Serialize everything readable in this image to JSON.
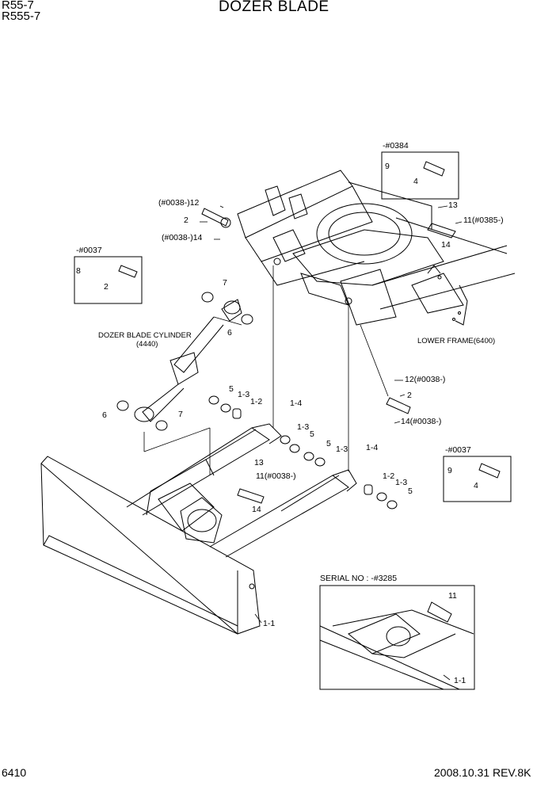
{
  "header": {
    "model_line1": "R55-7",
    "model_line2": "R555-7",
    "title": "DOZER BLADE"
  },
  "footer": {
    "page_number": "6410",
    "date_revision": "2008.10.31  REV.8K"
  },
  "insets": {
    "inset_0384": {
      "serial": "-#0384",
      "parts": [
        "9",
        "4"
      ]
    },
    "inset_0037_left": {
      "serial": "-#0037",
      "parts": [
        "8",
        "2"
      ]
    },
    "inset_0037_right": {
      "serial": "-#0037",
      "parts": [
        "9",
        "4"
      ]
    },
    "inset_3285": {
      "serial": "SERIAL NO : -#3285",
      "parts": [
        "11",
        "1-1"
      ]
    }
  },
  "callouts": {
    "c_12_0038": "(#0038-)12",
    "c_2_top": "2",
    "c_14_0038": "(#0038-)14",
    "c_13_top": "13",
    "c_11_0385": "11(#0385-)",
    "c_14_top": "14",
    "c_7_top": "7",
    "c_6_top": "6",
    "cylinder_name": "DOZER BLADE CYLINDER",
    "cylinder_code": "(4440)",
    "lower_frame": "LOWER FRAME(6400)",
    "c_12_r": "12(#0038-)",
    "c_2_r": "2",
    "c_14_r": "14(#0038-)",
    "c_5_a": "5",
    "c_1_3_a": "1-3",
    "c_1_2_a": "1-2",
    "c_1_4_a": "1-4",
    "c_1_3_b": "1-3",
    "c_5_b": "5",
    "c_5_c": "5",
    "c_1_3_c": "1-3",
    "c_1_4_b": "1-4",
    "c_6_bot": "6",
    "c_7_bot": "7",
    "c_13_mid": "13",
    "c_11_0038": "11(#0038-)",
    "c_14_mid": "14",
    "c_1_2_b": "1-2",
    "c_1_3_d": "1-3",
    "c_5_d": "5",
    "c_1_1": "1-1"
  }
}
